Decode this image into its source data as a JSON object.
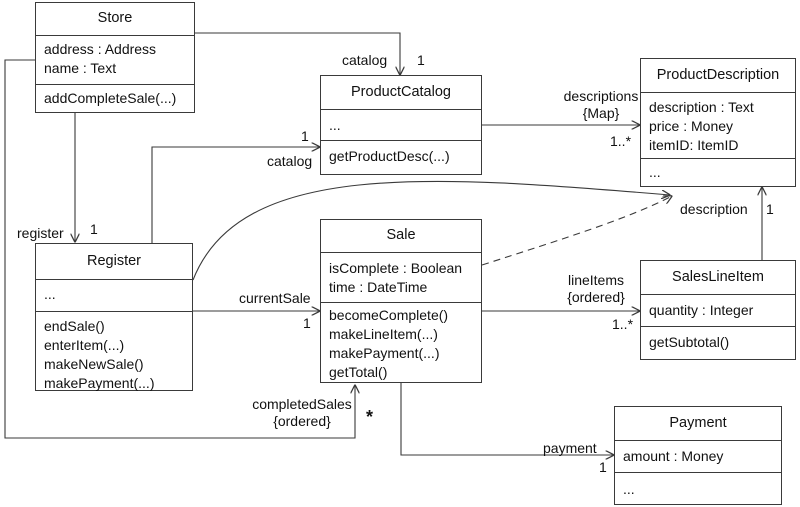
{
  "classes": {
    "store": {
      "name": "Store",
      "attributes": [
        "address : Address",
        "name : Text"
      ],
      "operations": [
        "addCompleteSale(...)"
      ]
    },
    "product_catalog": {
      "name": "ProductCatalog",
      "attributes": [
        "..."
      ],
      "operations": [
        "getProductDesc(...)"
      ]
    },
    "product_description": {
      "name": "ProductDescription",
      "attributes": [
        "description : Text",
        "price : Money",
        "itemID: ItemID"
      ],
      "operations": [
        "..."
      ]
    },
    "register": {
      "name": "Register",
      "attributes": [
        "..."
      ],
      "operations": [
        "endSale()",
        "enterItem(...)",
        "makeNewSale()",
        "makePayment(...)"
      ]
    },
    "sale": {
      "name": "Sale",
      "attributes": [
        "isComplete : Boolean",
        "time : DateTime"
      ],
      "operations": [
        "becomeComplete()",
        "makeLineItem(...)",
        "makePayment(...)",
        "getTotal()"
      ]
    },
    "sales_line_item": {
      "name": "SalesLineItem",
      "attributes": [
        "quantity : Integer"
      ],
      "operations": [
        "getSubtotal()"
      ]
    },
    "payment": {
      "name": "Payment",
      "attributes": [
        "amount : Money"
      ],
      "operations": [
        "..."
      ]
    }
  },
  "associations": {
    "store_catalog": {
      "role": "catalog",
      "multiplicity": "1"
    },
    "catalog_descriptions": {
      "role_line1": "descriptions",
      "role_line2": "{Map}",
      "multiplicity": "1..*"
    },
    "register_catalog": {
      "role": "catalog",
      "multiplicity": "1"
    },
    "store_register": {
      "role": "register",
      "multiplicity": "1"
    },
    "line_item_description": {
      "role": "description",
      "multiplicity": "1"
    },
    "register_current_sale": {
      "role": "currentSale",
      "multiplicity": "1"
    },
    "sale_line_items": {
      "role_line1": "lineItems",
      "role_line2": "{ordered}",
      "multiplicity": "1..*"
    },
    "store_completed_sales": {
      "role_line1": "completedSales",
      "role_line2": "{ordered}",
      "multiplicity": "*"
    },
    "sale_payment": {
      "role": "payment",
      "multiplicity": "1"
    }
  },
  "colors": {
    "line": "#3a3a3a",
    "box_border": "#3a3a3a",
    "background": "#ffffff"
  }
}
